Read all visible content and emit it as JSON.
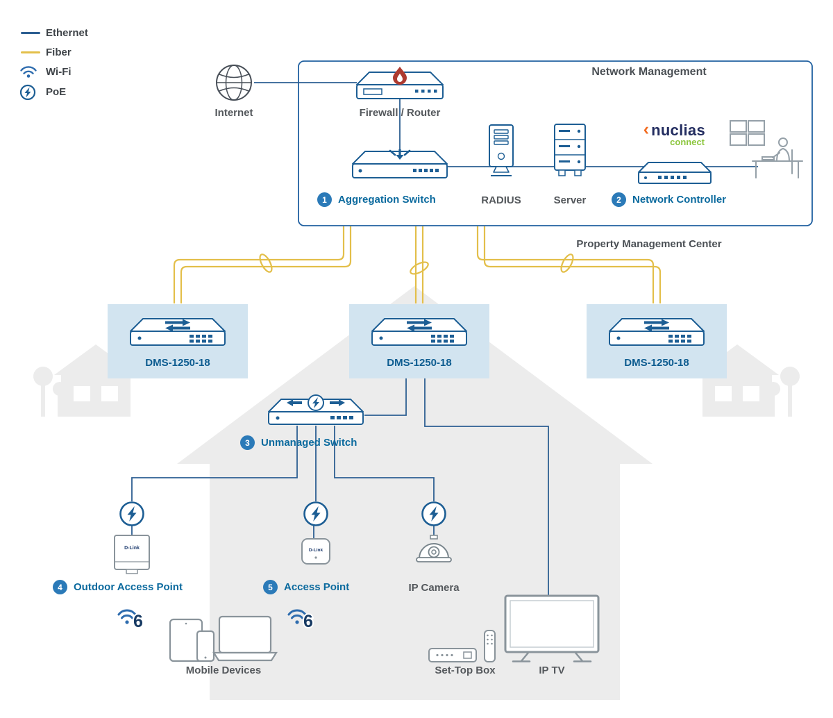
{
  "colors": {
    "ethernet_blue": "#2d5f92",
    "fiber_yellow": "#e3bf4a",
    "device_outline_blue": "#1d5e94",
    "accent_label_blue": "#0b6a9e",
    "badge_blue": "#2b7ab8",
    "dms_box_fill": "#d2e4f0",
    "label_gray": "#54585c",
    "silhouette_gray": "#ececec",
    "nuclias_navy": "#232d60",
    "nuclias_green": "#8cc63e",
    "nuclias_orange": "#f26c21",
    "flame_red": "#ad3a30"
  },
  "legend": {
    "ethernet": "Ethernet",
    "fiber": "Fiber",
    "wifi": "Wi-Fi",
    "poe": "PoE"
  },
  "management": {
    "title": "Network Management",
    "internet": "Internet",
    "firewall": "Firewall / Router",
    "aggregation_badge": "1",
    "aggregation": "Aggregation Switch",
    "radius": "RADIUS",
    "server": "Server",
    "controller_badge": "2",
    "controller": "Network Controller",
    "nuclias_chevron": "‹",
    "nuclias_brand": "nuclias",
    "nuclias_sub": "connect"
  },
  "property_center": "Property Management Center",
  "dms": [
    "DMS-1250-18",
    "DMS-1250-18",
    "DMS-1250-18"
  ],
  "floor": {
    "unmanaged_badge": "3",
    "unmanaged": "Unmanaged Switch",
    "outdoor_badge": "4",
    "outdoor_ap": "Outdoor Access Point",
    "ap_badge": "5",
    "ap": "Access Point",
    "camera": "IP Camera",
    "wifi6": "6",
    "mobile": "Mobile Devices",
    "stb": "Set-Top Box",
    "iptv": "IP TV"
  },
  "device_brand": "D-Link"
}
